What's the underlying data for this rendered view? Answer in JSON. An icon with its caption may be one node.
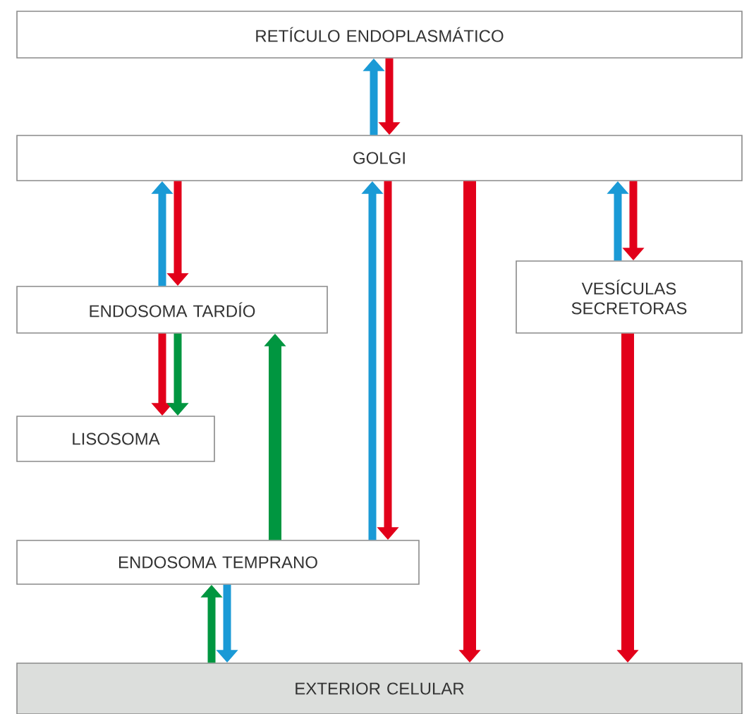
{
  "diagram": {
    "nodes": [
      {
        "text": [
          "RETÍCULO ENDOPLASMÁTICO"
        ]
      },
      {
        "text": [
          "GOLGI"
        ]
      },
      {
        "text": [
          "ENDOSOMA TARDÍO"
        ]
      },
      {
        "text": [
          "VESÍCULAS SECRETORAS"
        ]
      },
      {
        "text": [
          "LISOSOMA"
        ]
      },
      {
        "text": [
          "ENDOSOMA TEMPRANO"
        ]
      },
      {
        "text": [
          "EXTERIOR CELULAR"
        ]
      }
    ],
    "edges": [
      {
        "from": 1,
        "to": 0,
        "arrow": "to",
        "color": "#1a9ad6"
      },
      {
        "from": 0,
        "to": 1,
        "arrow": "to",
        "color": "#e2001a"
      },
      {
        "from": 2,
        "to": 1,
        "arrow": "to",
        "color": "#1a9ad6"
      },
      {
        "from": 1,
        "to": 2,
        "arrow": "to",
        "color": "#e2001a"
      },
      {
        "from": 5,
        "to": 1,
        "arrow": "to",
        "color": "#1a9ad6"
      },
      {
        "from": 1,
        "to": 5,
        "arrow": "to",
        "color": "#e2001a"
      },
      {
        "from": 1,
        "to": 6,
        "arrow": "to",
        "color": "#e2001a"
      },
      {
        "from": 3,
        "to": 1,
        "arrow": "to",
        "color": "#1a9ad6"
      },
      {
        "from": 1,
        "to": 3,
        "arrow": "to",
        "color": "#e2001a"
      },
      {
        "from": 3,
        "to": 6,
        "arrow": "to",
        "color": "#e2001a"
      },
      {
        "from": 2,
        "to": 4,
        "arrow": "to",
        "color": "#e2001a"
      },
      {
        "from": 2,
        "to": 4,
        "arrow": "to",
        "color": "#009640"
      },
      {
        "from": 5,
        "to": 2,
        "arrow": "to",
        "color": "#009640"
      },
      {
        "from": 6,
        "to": 5,
        "arrow": "to",
        "color": "#009640"
      },
      {
        "from": 5,
        "to": 6,
        "arrow": "to",
        "color": "#1a9ad6"
      }
    ]
  }
}
